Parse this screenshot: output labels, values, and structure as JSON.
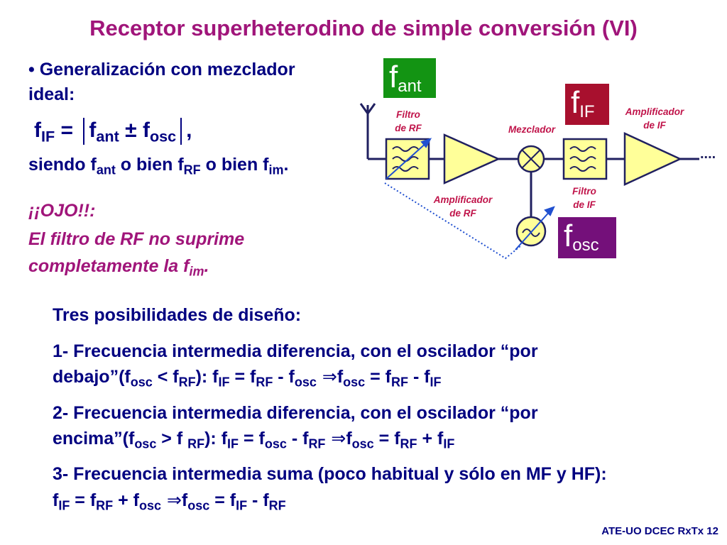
{
  "title": "Receptor superheterodino de simple conversión (VI)",
  "intro": {
    "bullet": "•",
    "line1": "Generalización con mezclador",
    "line2": "ideal:"
  },
  "formula": {
    "f": "f",
    "if_sub": "IF",
    "eq": " = ",
    "ant_sub": "ant",
    "pm": " ± ",
    "osc_sub": "osc",
    "comma": ","
  },
  "siendo": {
    "t1": "siendo f",
    "s1": "ant",
    "t2": " o bien f",
    "s2": "RF",
    "t3": " o bien f",
    "s3": "im",
    "t4": "."
  },
  "warning": {
    "ojo": "¡¡OJO!!:",
    "line1": "El filtro de RF no suprime",
    "line2_a": "completamente la  f",
    "line2_sub": "im",
    "line2_b": "."
  },
  "options": {
    "header": "Tres posibilidades de diseño:",
    "opt1_line1": "1- Frecuencia intermedia diferencia, con el oscilador “por",
    "opt1_line2": {
      "a": "debajo”(f",
      "s1": "osc",
      "b": " < f",
      "s2": "RF",
      "c": "): f",
      "s3": "IF",
      "d": " = f",
      "s4": "RF",
      "e": " - f",
      "s5": "osc",
      "arrow": " ⇒",
      "f": "f",
      "s6": "osc",
      "g": " = f",
      "s7": "RF",
      "h": " - f",
      "s8": "IF"
    },
    "opt2_line1": "2- Frecuencia intermedia diferencia, con el oscilador “por",
    "opt2_line2": {
      "a": "encima”(f",
      "s1": "osc",
      "b": " > f ",
      "s2": "RF",
      "c": "): f",
      "s3": "IF",
      "d": " = f",
      "s4": "osc",
      "e": " - f",
      "s5": "RF",
      "arrow": " ⇒",
      "f": "f",
      "s6": "osc",
      "g": " = f",
      "s7": "RF",
      "h": " + f",
      "s8": "IF"
    },
    "opt3_line1": "3- Frecuencia intermedia suma (poco habitual y sólo en MF y HF):",
    "opt3_line2": {
      "a": "f",
      "s1": "IF",
      "b": " = f",
      "s2": "RF",
      "c": " + f",
      "s3": "osc",
      "arrow": " ⇒",
      "d": "f",
      "s4": "osc",
      "e": " = f",
      "s5": "IF",
      "f": " - f",
      "s6": "RF"
    }
  },
  "diagram": {
    "box_ant": {
      "f": "f",
      "sub": "ant",
      "color": "#139413"
    },
    "box_if": {
      "f": "f",
      "sub": "IF",
      "color": "#a8102e"
    },
    "box_osc": {
      "f": "f",
      "sub": "osc",
      "color": "#74107a"
    },
    "label_filtro_rf": [
      "Filtro",
      "de RF"
    ],
    "label_amp_rf": [
      "Amplificador",
      "de RF"
    ],
    "label_mezclador": "Mezclador",
    "label_filtro_if": [
      "Filtro",
      "de IF"
    ],
    "label_amp_if": [
      "Amplificador",
      "de IF"
    ],
    "output_dots": "....",
    "colors": {
      "component_fill": "#ffff99",
      "wire": "#202060",
      "tuning": "#2050d0"
    }
  },
  "footer": "ATE-UO DCEC RxTx 12"
}
